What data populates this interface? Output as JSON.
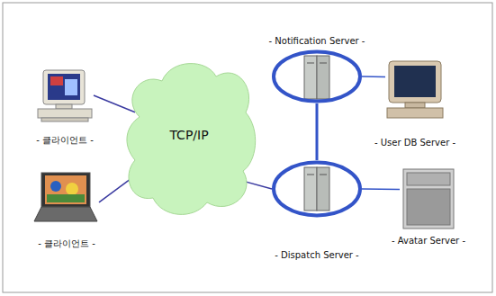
{
  "diagram": {
    "nodes": [
      {
        "text": [
          "- Notification Server -"
        ]
      },
      {
        "text": [
          "- 클라이언트 -"
        ]
      },
      {
        "text": [
          "TCP/IP"
        ]
      },
      {
        "text": [
          "- User DB Server -"
        ]
      },
      {
        "text": [
          "- 클라이언트 -"
        ]
      },
      {
        "text": [
          "- Dispatch Server -"
        ]
      },
      {
        "text": [
          "- Avatar Server -"
        ]
      }
    ],
    "edges": [
      {
        "from": 1,
        "to": 2,
        "arrow": "none"
      },
      {
        "from": 4,
        "to": 2,
        "arrow": "none"
      },
      {
        "from": 2,
        "to": 5,
        "arrow": "none"
      },
      {
        "from": 0,
        "to": 3,
        "arrow": "none"
      },
      {
        "from": 0,
        "to": 5,
        "arrow": "none"
      },
      {
        "from": 5,
        "to": 6,
        "arrow": "none"
      }
    ]
  }
}
